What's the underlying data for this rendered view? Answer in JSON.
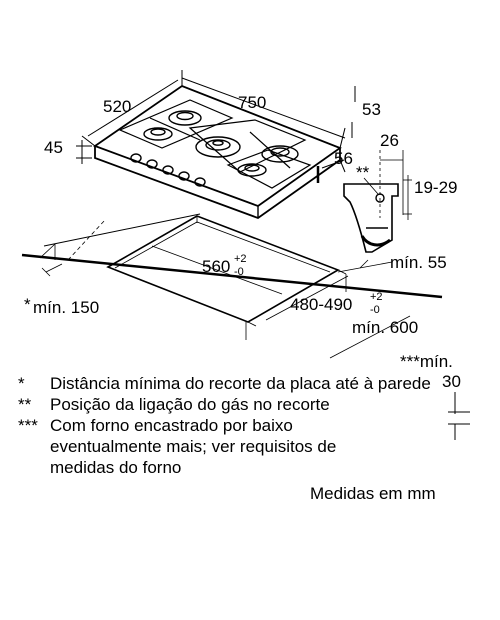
{
  "diagram": {
    "dims": {
      "width": "750",
      "depth": "520",
      "height": "45",
      "rear_gap": "53",
      "side_offset": "56",
      "clip_width": "26",
      "clip_range": "19-29",
      "cutout_width": "560",
      "cutout_width_tol_plus": "+2",
      "cutout_width_tol_minus": "-0",
      "cutout_depth": "480-490",
      "cutout_depth_tol_plus": "+2",
      "cutout_depth_tol_minus": "-0",
      "min_55": "mín. 55",
      "min_150_mark": "*",
      "min_150": "mín. 150",
      "min_600": "mín. 600",
      "min_30_label": "***mín.",
      "min_30_value": "30",
      "clip_mark": "**"
    },
    "notes": [
      {
        "mark": "*",
        "text": "Distância mínima do recorte da placa até à parede"
      },
      {
        "mark": "**",
        "text": "Posição da ligação do gás no recorte"
      },
      {
        "mark": "***",
        "text": "Com forno encastrado por baixo eventualmente mais; ver requisitos de medidas do forno"
      }
    ],
    "units": "Medidas em mm"
  }
}
